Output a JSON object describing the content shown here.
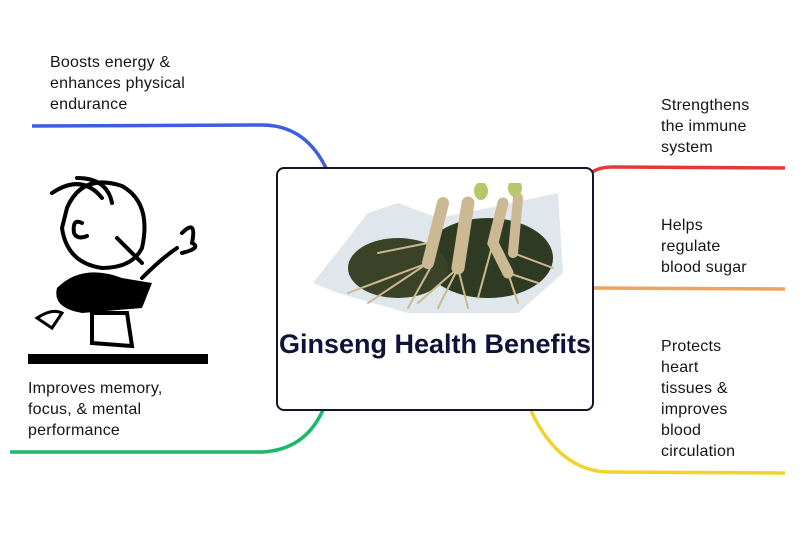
{
  "title": "Ginseng Health Benefits",
  "branches": [
    {
      "label": "Boosts energy & enhances physical endurance",
      "lines": [
        "Boosts energy &",
        "enhances physical",
        "endurance"
      ],
      "color": "#3d5ee0"
    },
    {
      "label": "Improves memory, focus, & mental performance",
      "lines": [
        "Improves memory,",
        "focus, & mental",
        "performance"
      ],
      "color": "#1cb86a"
    },
    {
      "label": "Strengthens the immune system",
      "lines": [
        "Strengthens",
        "the immune",
        "system"
      ],
      "color": "#e53935"
    },
    {
      "label": "Helps regulate blood sugar",
      "lines": [
        "Helps",
        "regulate",
        "blood sugar"
      ],
      "color": "#f0a35e"
    },
    {
      "label": "Protects heart tissues & improves blood circulation",
      "lines": [
        "Protects",
        "heart",
        "tissues &",
        "improves",
        "blood",
        "circulation"
      ],
      "color": "#f2d32c"
    }
  ]
}
